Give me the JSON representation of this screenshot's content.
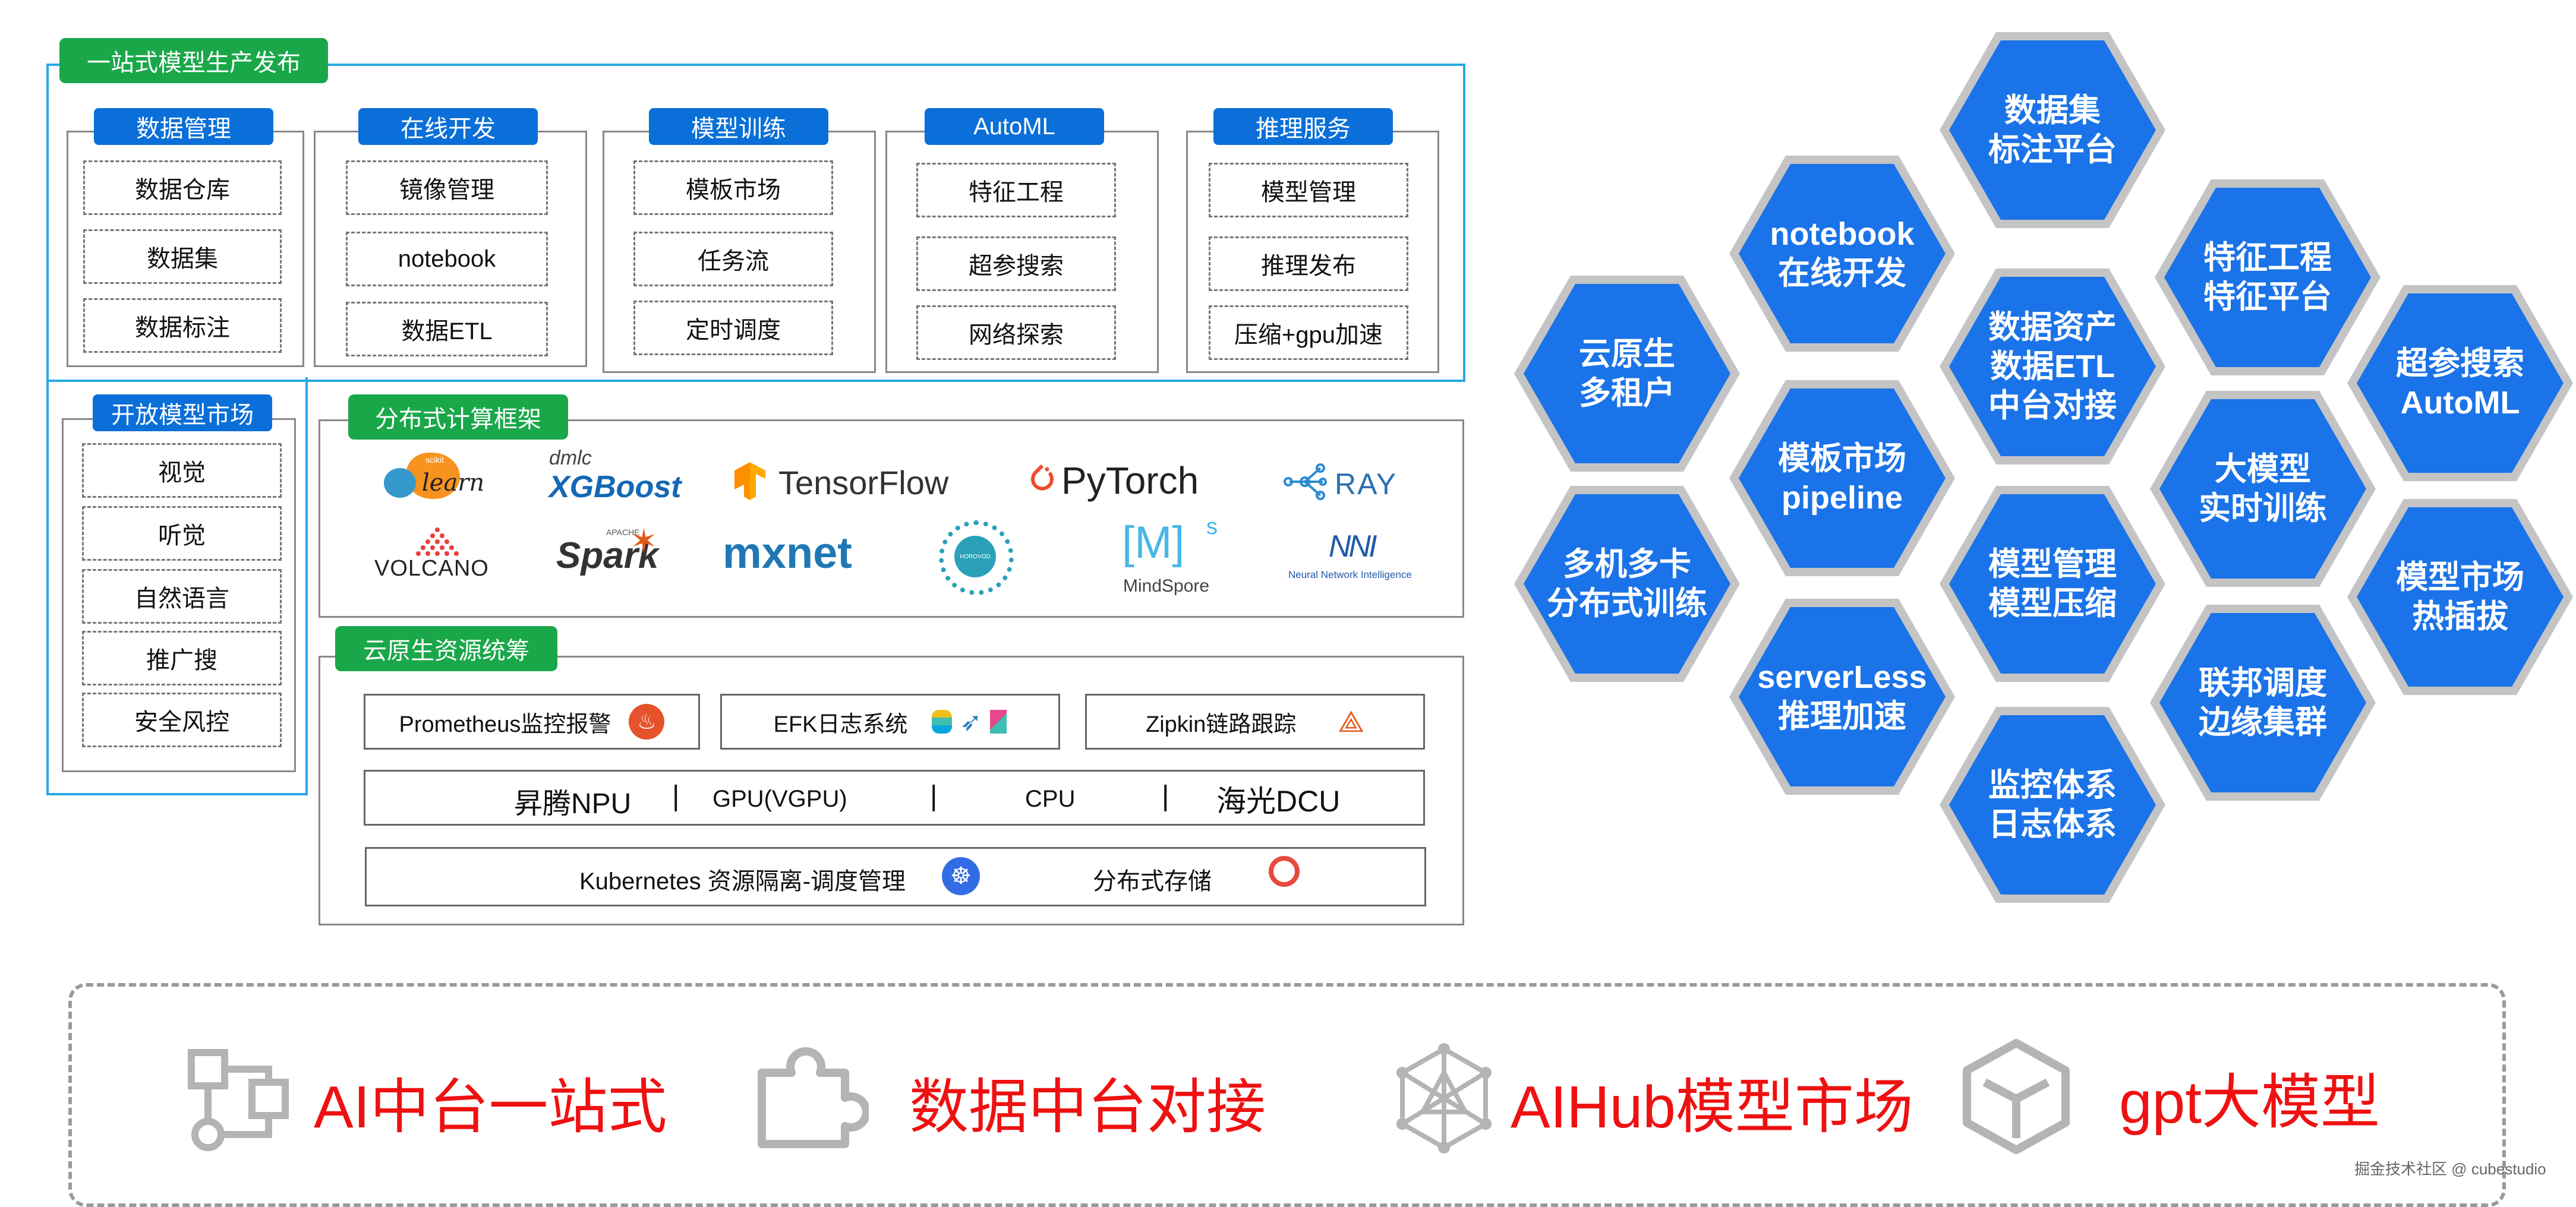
{
  "platform": {
    "title": "一站式模型生产发布",
    "modules": [
      {
        "title": "数据管理",
        "items": [
          "数据仓库",
          "数据集",
          "数据标注"
        ]
      },
      {
        "title": "在线开发",
        "items": [
          "镜像管理",
          "notebook",
          "数据ETL"
        ]
      },
      {
        "title": "模型训练",
        "items": [
          "模板市场",
          "任务流",
          "定时调度"
        ]
      },
      {
        "title": "AutoML",
        "items": [
          "特征工程",
          "超参搜索",
          "网络探索"
        ]
      },
      {
        "title": "推理服务",
        "items": [
          "模型管理",
          "推理发布",
          "压缩+gpu加速"
        ]
      }
    ],
    "market": {
      "title": "开放模型市场",
      "items": [
        "视觉",
        "听觉",
        "自然语言",
        "推广搜",
        "安全风控"
      ]
    }
  },
  "distributed": {
    "title": "分布式计算框架",
    "logos": {
      "sklearn": "learn",
      "sklearn_small": "scikit",
      "xgboost_top": "dmlc",
      "xgboost": "XGBoost",
      "tensorflow": "TensorFlow",
      "pytorch": "PyTorch",
      "ray": "RAY",
      "volcano": "VOLCANO",
      "spark": "Spark",
      "spark_small": "APACHE",
      "mxnet": "mxnet",
      "horovod": "HOROVOD",
      "mindspore_mark": "[M]",
      "mindspore_sup": "s",
      "mindspore": "MindSpore",
      "nni_mark": "NNI",
      "nni": "Neural Network Intelligence"
    }
  },
  "cloud": {
    "title": "云原生资源统筹",
    "monitor": [
      {
        "label": "Prometheus监控报警",
        "icon": "prometheus-icon"
      },
      {
        "label": "EFK日志系统",
        "icon": "efk-icon"
      },
      {
        "label": "Zipkin链路跟踪",
        "icon": "zipkin-icon"
      }
    ],
    "compute": [
      "昇腾NPU",
      "|",
      "GPU(VGPU)",
      "|",
      "CPU",
      "|",
      "海光DCU"
    ],
    "k8s": "Kubernetes 资源隔离-调度管理",
    "storage": "分布式存储"
  },
  "hexes": [
    {
      "line1": "数据集",
      "line2": "标注平台"
    },
    {
      "line1": "notebook",
      "line2": "在线开发"
    },
    {
      "line1": "特征工程",
      "line2": "特征平台"
    },
    {
      "line1": "云原生",
      "line2": "多租户"
    },
    {
      "line1": "数据资产",
      "line2": "数据ETL",
      "line3": "中台对接"
    },
    {
      "line1": "超参搜索",
      "line2": "AutoML"
    },
    {
      "line1": "模板市场",
      "line2": "pipeline"
    },
    {
      "line1": "大模型",
      "line2": "实时训练"
    },
    {
      "line1": "多机多卡",
      "line2": "分布式训练"
    },
    {
      "line1": "模型管理",
      "line2": "模型压缩"
    },
    {
      "line1": "模型市场",
      "line2": "热插拔"
    },
    {
      "line1": "serverLess",
      "line2": "推理加速"
    },
    {
      "line1": "联邦调度",
      "line2": "边缘集群"
    },
    {
      "line1": "监控体系",
      "line2": "日志体系"
    }
  ],
  "bottom": [
    {
      "label": "AI中台一站式",
      "icon": "workflow-icon"
    },
    {
      "label": "数据中台对接",
      "icon": "puzzle-icon"
    },
    {
      "label": "AIHub模型市场",
      "icon": "network-icon"
    },
    {
      "label": "gpt大模型",
      "icon": "cube-icon"
    }
  ],
  "watermark": "掘金技术社区 @ cubestudio",
  "colors": {
    "hex": "#1a73e8",
    "tag_blue": "#0a6fd8",
    "tag_green": "#1aa74a",
    "frame": "#29a9e0",
    "bottom_text": "#ee1111"
  }
}
